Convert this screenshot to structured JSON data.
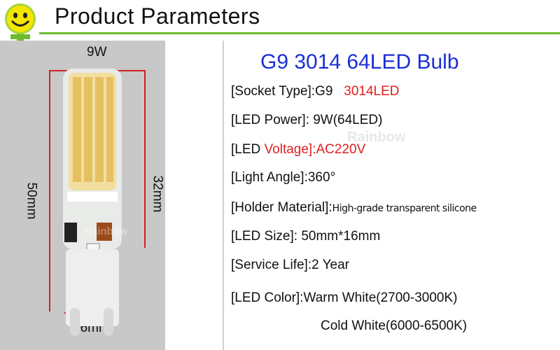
{
  "header": {
    "title": "Product  Parameters"
  },
  "dimensions": {
    "width_top": "9W",
    "height_total": "50mm",
    "height_chip": "32mm",
    "width_bottom": "16mm"
  },
  "watermark": "Rainbow",
  "heading": "G9  3014 64LED Bulb",
  "specs": {
    "socket_label": "[Socket Type]:G9",
    "socket_value": "3014LED",
    "power": "[LED  Power]: 9W(64LED)",
    "voltage_label": "[LED  ",
    "voltage_mid": "Voltage]:",
    "voltage_value": "AC220V",
    "angle": "[Light   Angle]:360°",
    "holder_label": "[Holder Material]:",
    "holder_value": "High-grade transparent silicone",
    "size": "[LED Size]: 50mm*16mm",
    "life": "[Service Life]:2 Year",
    "color_warm": "[LED Color]:Warm White(2700-3000K)",
    "color_cold": "Cold  White(6000-6500K)"
  },
  "colors": {
    "accent_green": "#6dbb2e",
    "heading_blue": "#1a2fd6",
    "highlight_red": "#e02020",
    "dimension_red": "#d42020"
  }
}
